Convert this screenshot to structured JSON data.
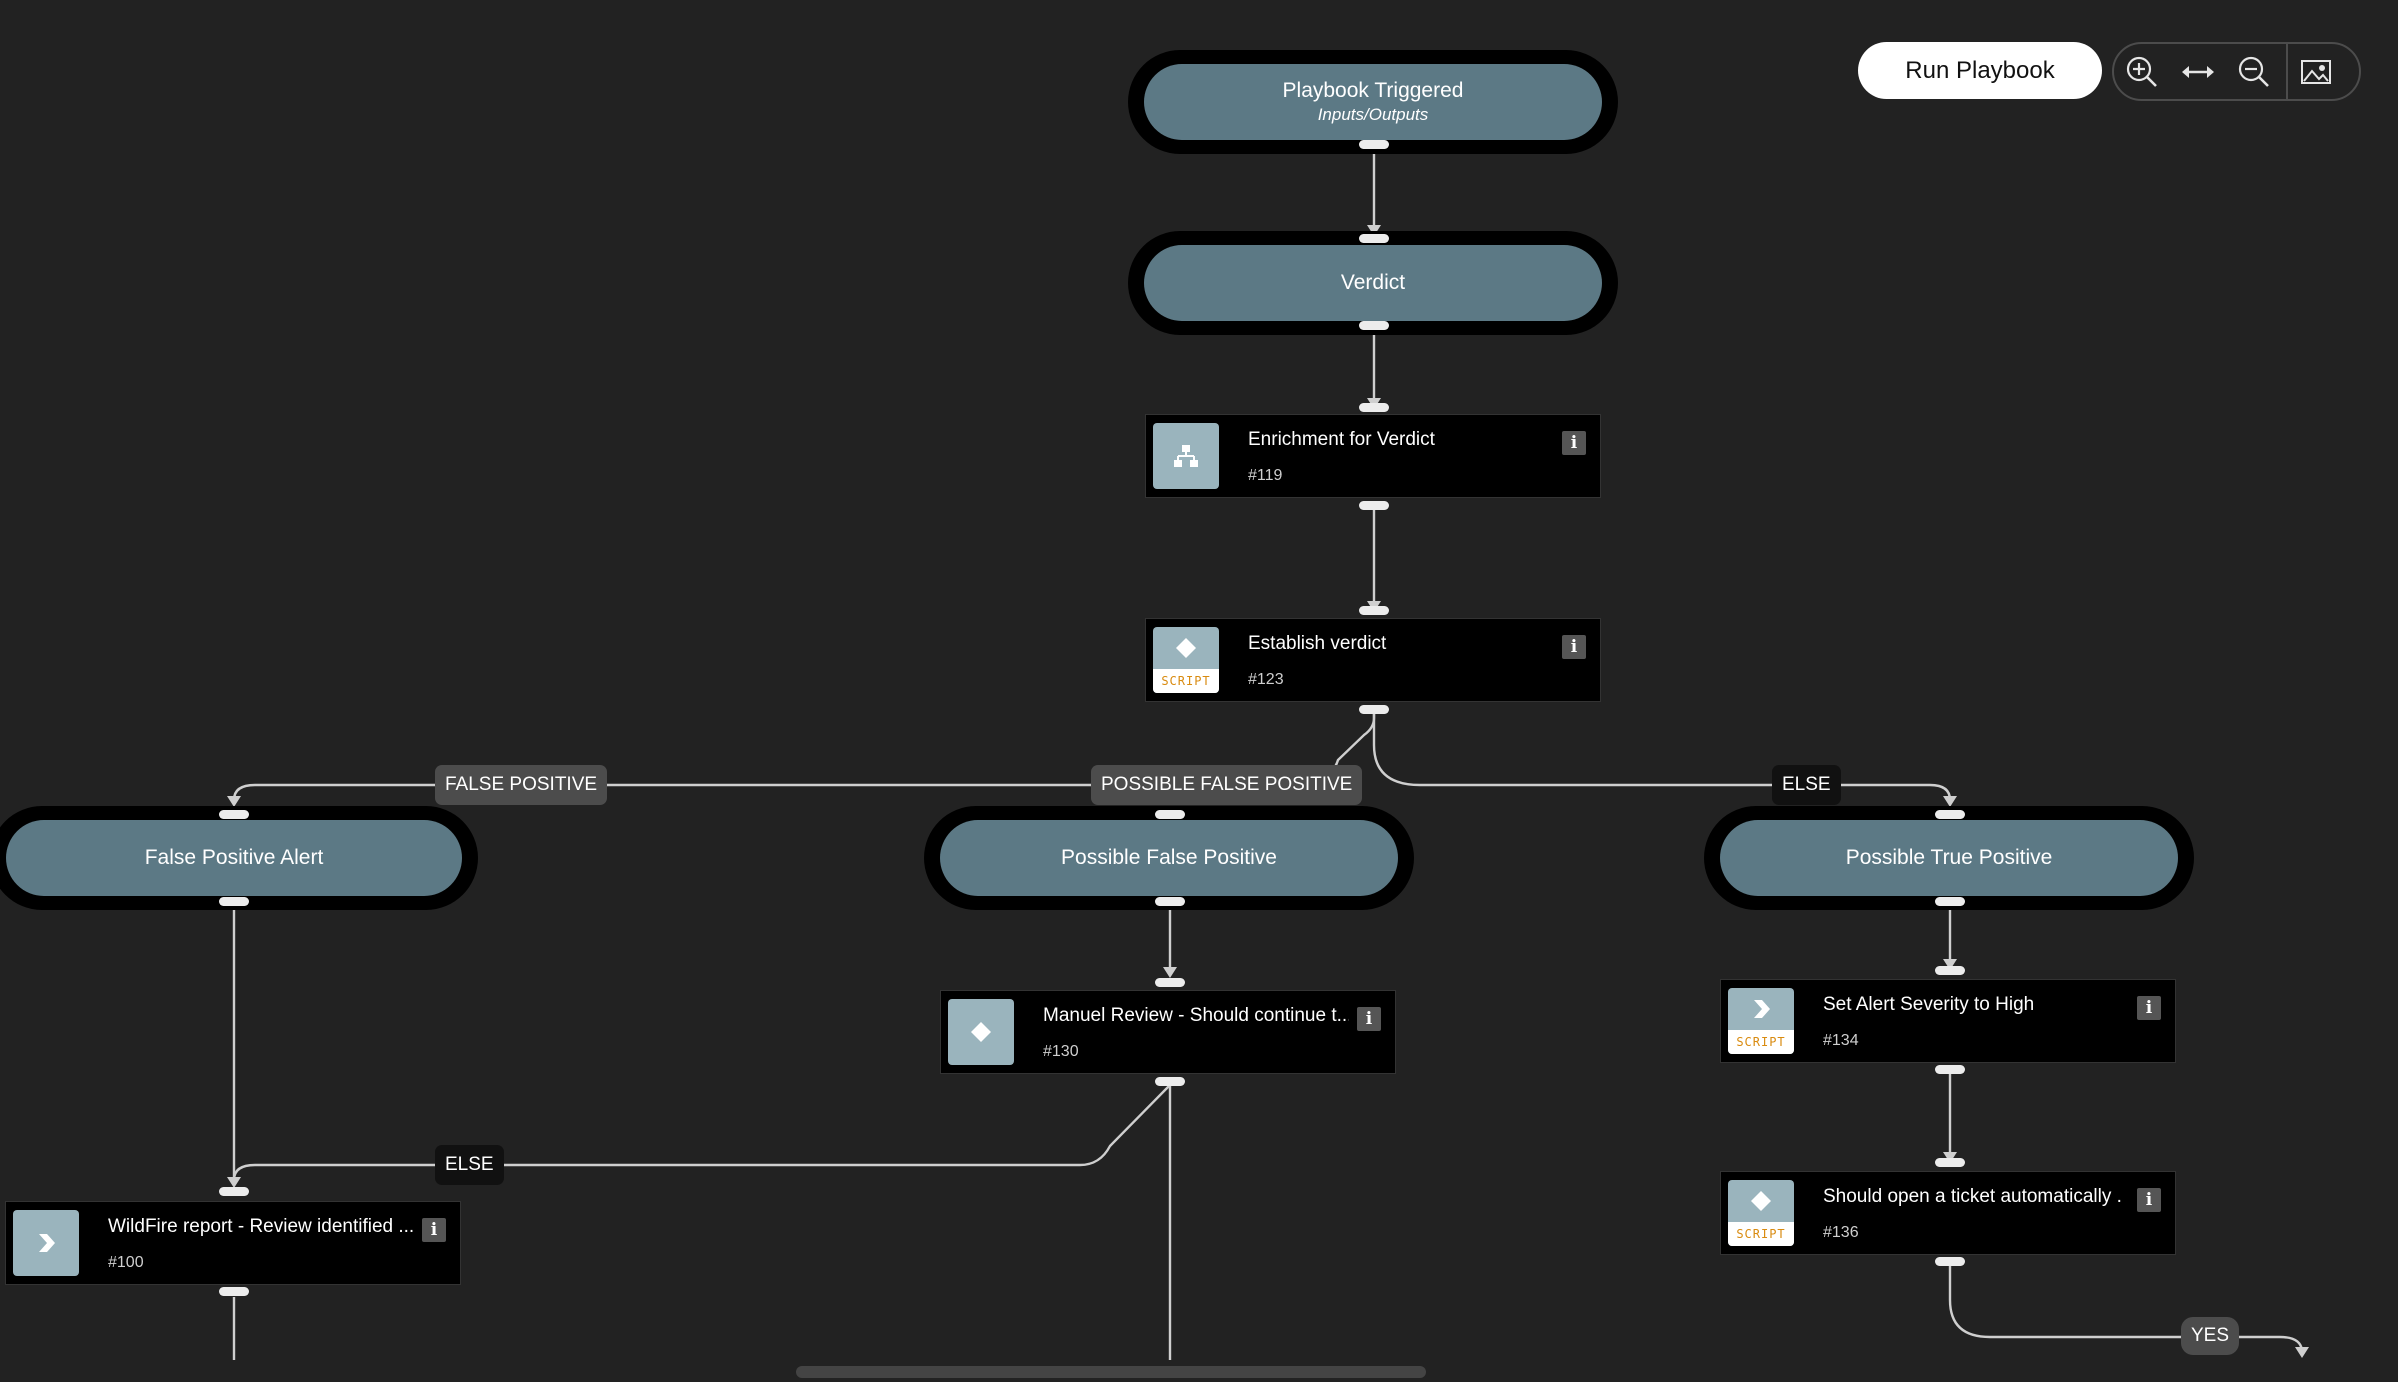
{
  "toolbar": {
    "run_label": "Run Playbook",
    "zoom_in_icon": "zoom-in-icon",
    "fit_icon": "fit-width-icon",
    "zoom_out_icon": "zoom-out-icon",
    "image_icon": "image-icon"
  },
  "sections": {
    "trigger": {
      "title": "Playbook Triggered",
      "subtitle": "Inputs/Outputs"
    },
    "verdict": {
      "title": "Verdict"
    },
    "false_positive": {
      "title": "False Positive Alert"
    },
    "possible_false_positive": {
      "title": "Possible False Positive"
    },
    "possible_true_positive": {
      "title": "Possible True Positive"
    }
  },
  "tasks": {
    "enrichment": {
      "name": "Enrichment for Verdict",
      "id": "#119",
      "icon": "sub-playbook-icon"
    },
    "establish": {
      "name": "Establish verdict",
      "id": "#123",
      "icon": "condition-script-icon",
      "badge": "SCRIPT"
    },
    "manual_review": {
      "name": "Manuel Review - Should continue t...",
      "id": "#130",
      "icon": "condition-icon"
    },
    "set_severity": {
      "name": "Set Alert Severity to High",
      "id": "#134",
      "icon": "script-chevron-icon",
      "badge": "SCRIPT"
    },
    "open_ticket": {
      "name": "Should open a ticket automatically ...",
      "id": "#136",
      "icon": "condition-script-icon",
      "badge": "SCRIPT"
    },
    "wildfire": {
      "name": "WildFire report - Review identified ...",
      "id": "#100",
      "icon": "action-chevron-icon"
    }
  },
  "edge_labels": {
    "false_positive": "FALSE POSITIVE",
    "possible_false_positive": "POSSIBLE FALSE POSITIVE",
    "else_right": "ELSE",
    "else_left": "ELSE",
    "yes": "YES"
  },
  "colors": {
    "background": "#222222",
    "section_fill": "#5c7985",
    "task_bg": "#000000",
    "icon_bg": "#9ab4bd",
    "script_badge": "#d98b10",
    "connector": "#cfcfcf"
  }
}
